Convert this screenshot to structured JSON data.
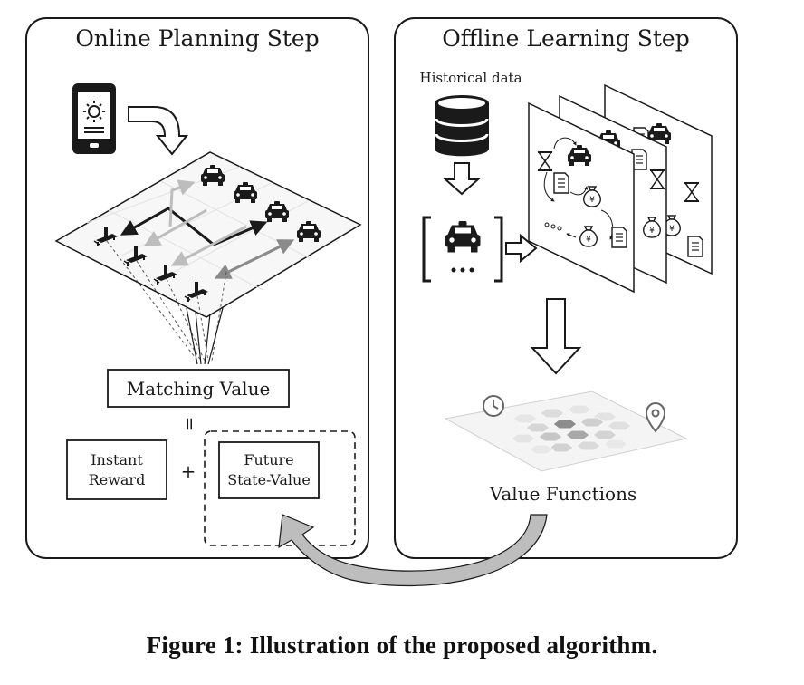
{
  "online_panel": {
    "title": "Online Planning Step",
    "matching_value": "Matching Value",
    "equals_sign": "=",
    "instant_reward": [
      "Instant",
      "Reward"
    ],
    "plus_sign": "+",
    "future_state_value": [
      "Future",
      "State-Value"
    ]
  },
  "offline_panel": {
    "title": "Offline Learning Step",
    "historical_data": "Historical data",
    "value_functions": "Value Functions"
  },
  "caption": "Figure 1: Illustration of the proposed algorithm.",
  "icons": [
    "smartphone-app-icon",
    "taxi-icon",
    "driver-icon",
    "database-icon",
    "timer-icon",
    "money-bag-icon",
    "document-icon",
    "clock-icon",
    "location-pin-icon"
  ],
  "colors": {
    "stroke": "#1a1a1a",
    "gray": "#9a9a9a",
    "light_gray": "#cfcfcf",
    "hex_dark": "#8c8c8c"
  }
}
